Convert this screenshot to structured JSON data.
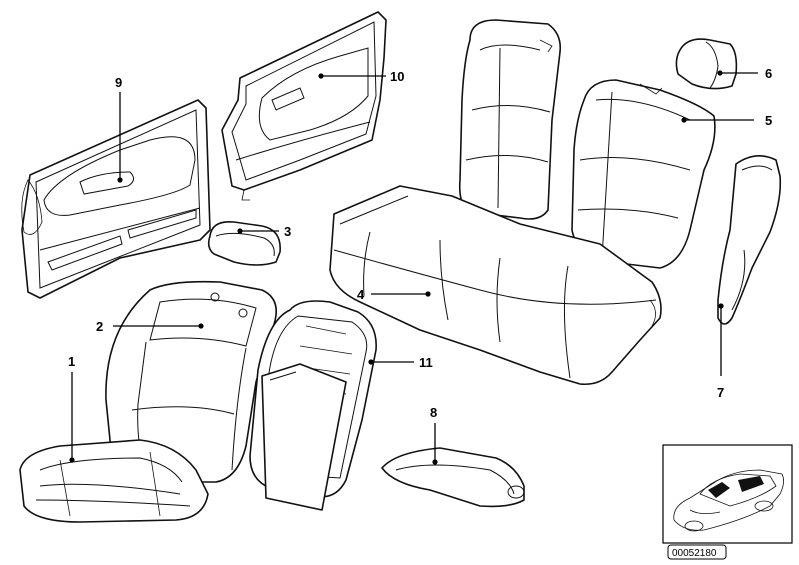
{
  "diagram": {
    "callouts": [
      {
        "id": "callout-1",
        "label": "1"
      },
      {
        "id": "callout-2",
        "label": "2"
      },
      {
        "id": "callout-3",
        "label": "3"
      },
      {
        "id": "callout-4",
        "label": "4"
      },
      {
        "id": "callout-5",
        "label": "5"
      },
      {
        "id": "callout-6",
        "label": "6"
      },
      {
        "id": "callout-7",
        "label": "7"
      },
      {
        "id": "callout-8",
        "label": "8"
      },
      {
        "id": "callout-9",
        "label": "9"
      },
      {
        "id": "callout-10",
        "label": "10"
      },
      {
        "id": "callout-11",
        "label": "11"
      }
    ],
    "reference_number": "00052180"
  }
}
